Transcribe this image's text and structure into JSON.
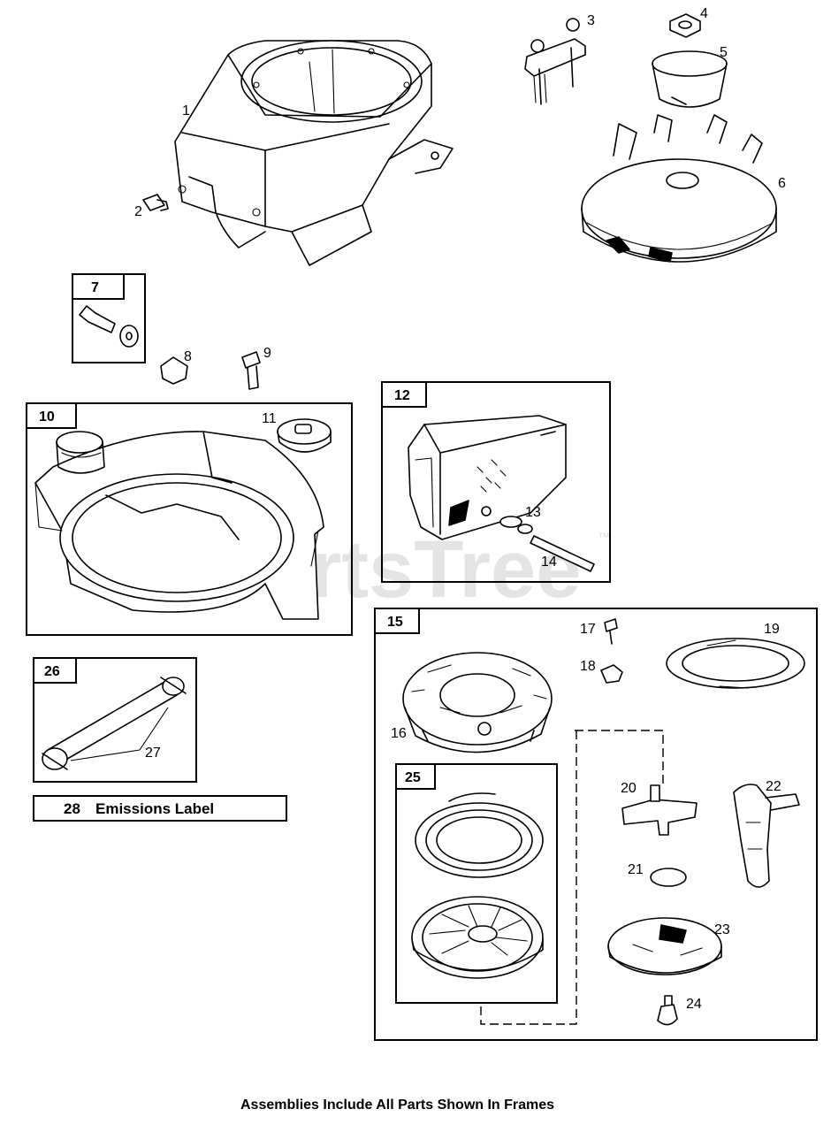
{
  "watermark": {
    "text": "PartsTree",
    "trademark": "™"
  },
  "parts": {
    "p1": "1",
    "p2": "2",
    "p3": "3",
    "p4": "4",
    "p5": "5",
    "p6": "6",
    "p8": "8",
    "p9": "9",
    "p11": "11",
    "p13": "13",
    "p14": "14",
    "p16": "16",
    "p17": "17",
    "p18": "18",
    "p19": "19",
    "p20": "20",
    "p21": "21",
    "p22": "22",
    "p23": "23",
    "p24": "24",
    "p27": "27"
  },
  "frames": {
    "f7": "7",
    "f10": "10",
    "f12": "12",
    "f15": "15",
    "f25": "25",
    "f26": "26"
  },
  "emissions": {
    "number": "28",
    "label": "Emissions Label"
  },
  "footer": "Assemblies Include All Parts Shown In Frames"
}
